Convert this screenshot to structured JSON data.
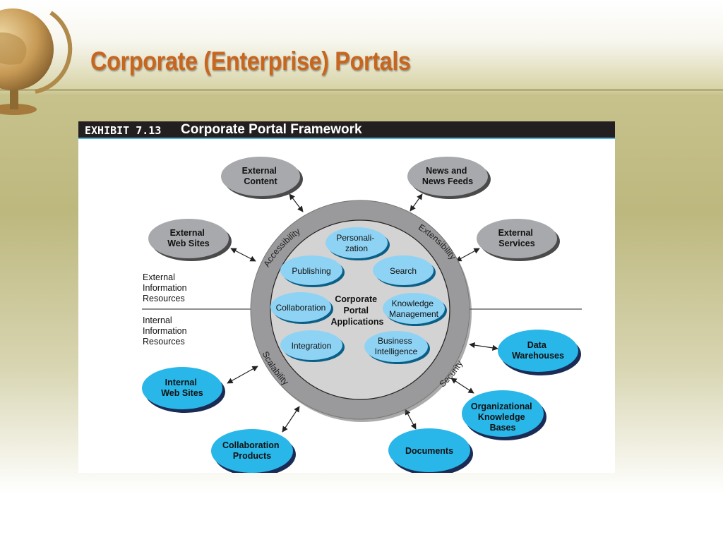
{
  "slide": {
    "title": "Corporate (Enterprise) Portals"
  },
  "exhibit": {
    "number": "EXHIBIT 7.13",
    "title": "Corporate Portal Framework"
  },
  "regions": {
    "external": [
      "External",
      "Information",
      "Resources"
    ],
    "internal": [
      "Internal",
      "Information",
      "Resources"
    ]
  },
  "ring_labels": {
    "accessibility": "Accessibility",
    "extensibility": "Extensibility",
    "scalability": "Scalability",
    "security": "Security"
  },
  "center": [
    "Corporate",
    "Portal",
    "Applications"
  ],
  "applications": [
    {
      "id": "personalization",
      "lines": [
        "Personali-",
        "zation"
      ]
    },
    {
      "id": "publishing",
      "lines": [
        "Publishing"
      ]
    },
    {
      "id": "search",
      "lines": [
        "Search"
      ]
    },
    {
      "id": "collaboration",
      "lines": [
        "Collaboration"
      ]
    },
    {
      "id": "knowledge-management",
      "lines": [
        "Knowledge",
        "Management"
      ]
    },
    {
      "id": "integration",
      "lines": [
        "Integration"
      ]
    },
    {
      "id": "business-intelligence",
      "lines": [
        "Business",
        "Intelligence"
      ]
    }
  ],
  "external_resources": [
    {
      "id": "external-content",
      "lines": [
        "External",
        "Content"
      ]
    },
    {
      "id": "news-feeds",
      "lines": [
        "News and",
        "News Feeds"
      ]
    },
    {
      "id": "external-web-sites",
      "lines": [
        "External",
        "Web Sites"
      ]
    },
    {
      "id": "external-services",
      "lines": [
        "External",
        "Services"
      ]
    }
  ],
  "internal_resources": [
    {
      "id": "data-warehouses",
      "lines": [
        "Data",
        "Warehouses"
      ]
    },
    {
      "id": "internal-web-sites",
      "lines": [
        "Internal",
        "Web Sites"
      ]
    },
    {
      "id": "organizational-knowledge-bases",
      "lines": [
        "Organizational",
        "Knowledge",
        "Bases"
      ]
    },
    {
      "id": "collaboration-products",
      "lines": [
        "Collaboration",
        "Products"
      ]
    },
    {
      "id": "documents",
      "lines": [
        "Documents"
      ]
    }
  ],
  "colors": {
    "title": "#c8651f",
    "external_node": "#a7a9ac",
    "internal_node": "#29b6e8",
    "application_node": "#8fd3f4",
    "ring": "#9a9a9c",
    "inner": "#d3d3d3"
  }
}
